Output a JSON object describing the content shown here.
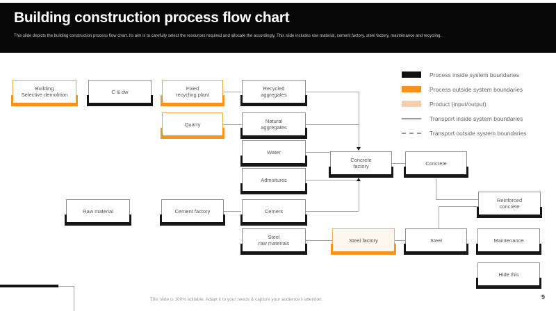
{
  "header": {
    "title": "Building construction process flow chart",
    "description": "This slide depicts the building construction process flow chart. Its aim is to carefully select the resources required and allocate the accordingly. This slide includes raw material, cement factory, steel factory,  maintenance and recycling."
  },
  "legend": {
    "items": [
      {
        "label": "Process inside system boundaries",
        "swatch": "black-chip",
        "color": "#111111"
      },
      {
        "label": "Process outside system boundaries",
        "swatch": "orange-chip",
        "color": "#F7941D"
      },
      {
        "label": "Product (input/output)",
        "swatch": "peach-chip",
        "color": "#F6CFAE"
      },
      {
        "label": "Transport inside system boundaries",
        "swatch": "solid-line",
        "color": "#9A9A9A"
      },
      {
        "label": "Transport outside system boundaries",
        "swatch": "dashed-line",
        "color": "#9A9A9A"
      }
    ]
  },
  "flowchart": {
    "nodes": {
      "building": {
        "label": "Building\nSelective demolition",
        "style": "outside"
      },
      "cdw": {
        "label": "C & dw",
        "style": "inside"
      },
      "fixed_recycling": {
        "label": "Fixed\nrecycling plant",
        "style": "outside"
      },
      "quarry": {
        "label": "Quarry",
        "style": "outside"
      },
      "recycled_agg": {
        "label": "Recycled\naggregates",
        "style": "inside"
      },
      "natural_agg": {
        "label": "Natural\naggregates",
        "style": "inside"
      },
      "water": {
        "label": "Water",
        "style": "inside"
      },
      "admixtures": {
        "label": "Admixtures",
        "style": "inside"
      },
      "raw_material": {
        "label": "Raw material",
        "style": "inside"
      },
      "cement_factory": {
        "label": "Cement factory",
        "style": "inside"
      },
      "cement": {
        "label": "Cement",
        "style": "inside"
      },
      "concrete_factory": {
        "label": "Concrete\nfactory",
        "style": "inside"
      },
      "concrete": {
        "label": "Concrete",
        "style": "inside"
      },
      "reinforced_concrete": {
        "label": "Reinforced\nconcrete",
        "style": "inside"
      },
      "steel_raw": {
        "label": "Steel\nraw materials",
        "style": "inside"
      },
      "steel_factory": {
        "label": "Steel factory",
        "style": "outside"
      },
      "steel": {
        "label": "Steel",
        "style": "inside"
      },
      "maintenance": {
        "label": "Maintenance",
        "style": "inside"
      },
      "hide_this": {
        "label": "Hide this",
        "style": "inside"
      }
    }
  },
  "footer": {
    "editable_note": "This slide is 100% editable. Adapt it to your needs & capture your audience's attention.",
    "page_number": "9"
  },
  "colors": {
    "process_inside": "#111111",
    "process_outside": "#F7941D",
    "product": "#F6CFAE",
    "transport_line": "#A2A2A2"
  }
}
